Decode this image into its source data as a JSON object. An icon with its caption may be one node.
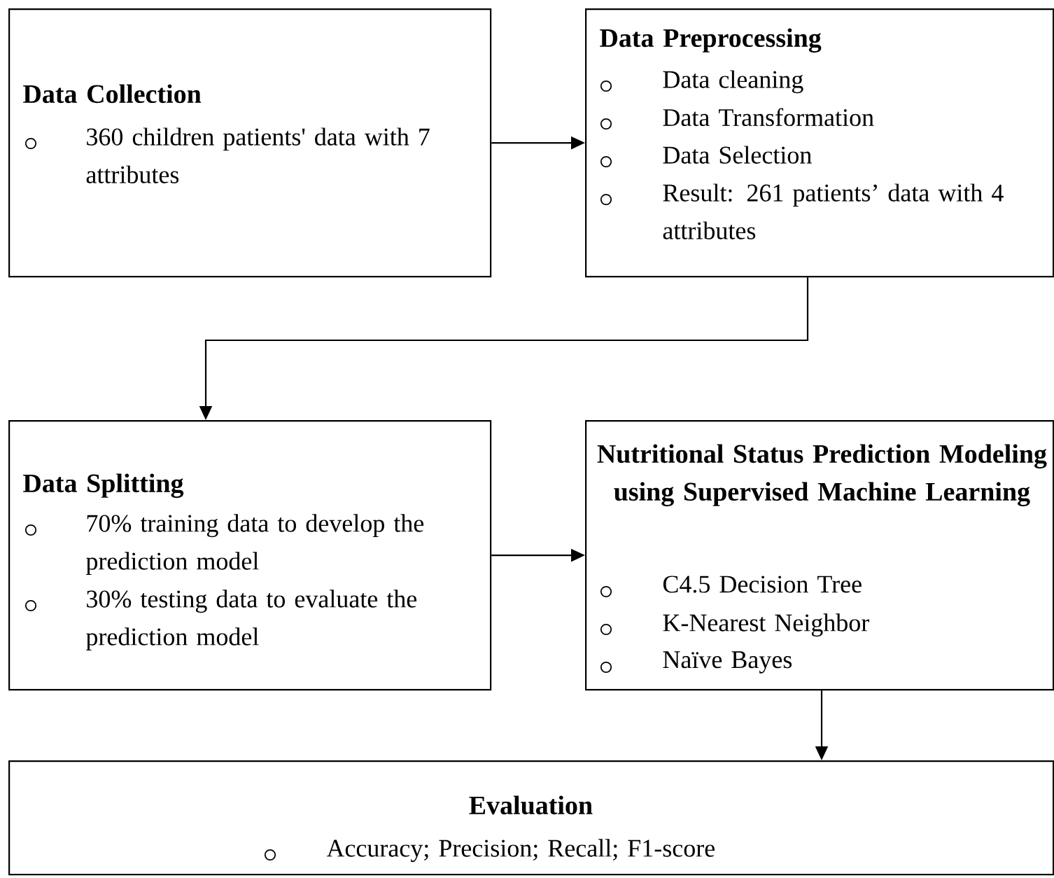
{
  "diagram": {
    "nodes": [
      {
        "text": [
          "Data Collection",
          "360 children patients' data with 7 attributes"
        ]
      },
      {
        "text": [
          "Data Preprocessing",
          "Data cleaning",
          "Data Transformation",
          "Data Selection",
          "Result: 261 patients’ data with 4 attributes"
        ]
      },
      {
        "text": [
          "Data Splitting",
          "70% training data to develop the prediction model",
          "30% testing data to evaluate the prediction model"
        ]
      },
      {
        "text": [
          "Nutritional Status Prediction Modeling using Supervised Machine Learning",
          "C4.5 Decision Tree",
          "K-Nearest Neighbor",
          "Naïve Bayes"
        ]
      },
      {
        "text": [
          "Evaluation",
          "Accuracy; Precision; Recall; F1-score"
        ]
      }
    ],
    "edges": [
      {
        "from": 0,
        "to": 1,
        "arrow": "to"
      },
      {
        "from": 1,
        "to": 2,
        "arrow": "to"
      },
      {
        "from": 2,
        "to": 3,
        "arrow": "to"
      },
      {
        "from": 3,
        "to": 4,
        "arrow": "to"
      }
    ]
  }
}
